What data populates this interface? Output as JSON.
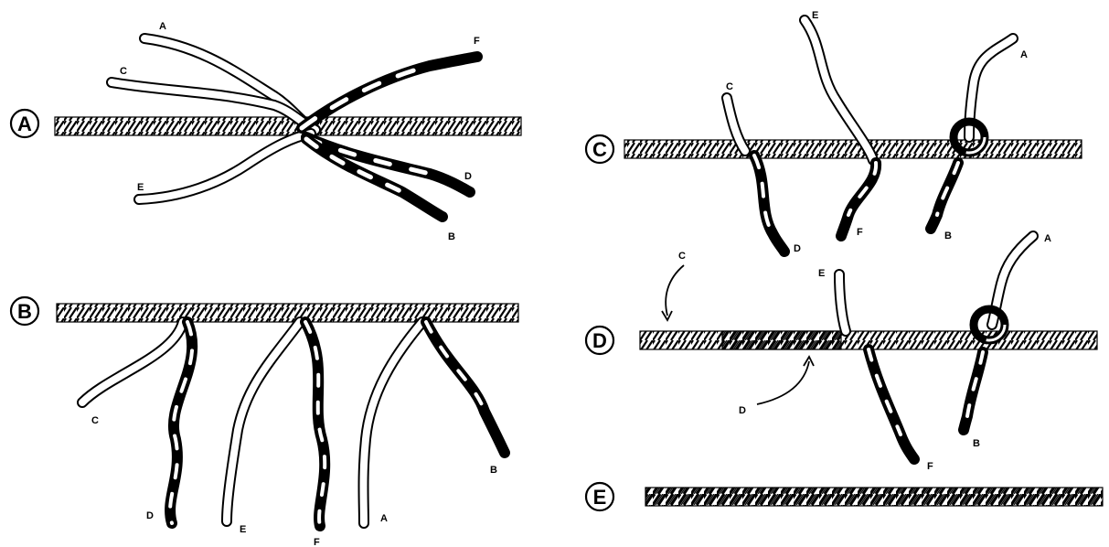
{
  "panels": [
    {
      "id": "A",
      "label": "A",
      "strands": [
        "A",
        "C",
        "E",
        "F",
        "D",
        "B"
      ]
    },
    {
      "id": "B",
      "label": "B",
      "strands": [
        "C",
        "D",
        "E",
        "F",
        "A",
        "B"
      ]
    },
    {
      "id": "C",
      "label": "C",
      "strands": [
        "C",
        "D",
        "E",
        "F",
        "A",
        "B"
      ]
    },
    {
      "id": "D",
      "label": "D",
      "strands": [
        "C",
        "D",
        "E",
        "F",
        "A",
        "B"
      ]
    },
    {
      "id": "E",
      "label": "E",
      "strands": []
    }
  ],
  "colors": {
    "ink": "#000000",
    "paper": "#ffffff",
    "strand_light": "#ffffff",
    "strand_dark": "#1a1a1a"
  }
}
